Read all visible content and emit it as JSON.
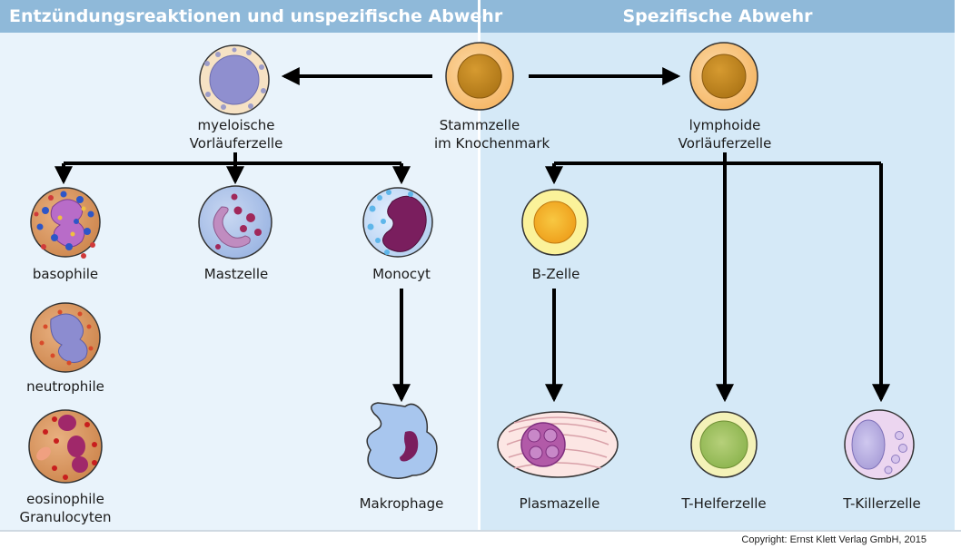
{
  "headers": {
    "left": "Entzündungsreaktionen und unspezifische Abwehr",
    "right": "Spezifische Abwehr"
  },
  "cells": {
    "stem": [
      "Stammzelle",
      "im Knochenmark"
    ],
    "myeloid": [
      "myeloische",
      "Vorläuferzelle"
    ],
    "lymphoid": [
      "lymphoide",
      "Vorläuferzelle"
    ],
    "basophile": "basophile",
    "mastzelle": "Mastzelle",
    "monocyt": "Monocyt",
    "bzelle": "B-Zelle",
    "neutrophile": "neutrophile",
    "eosinophile": [
      "eosinophile",
      "Granulocyten"
    ],
    "makrophage": "Makrophage",
    "plasmazelle": "Plasmazelle",
    "thelfer": "T-Helferzelle",
    "tkiller": "T-Killerzelle"
  },
  "copyright": "Copyright: Ernst Klett Verlag GmbH, 2015",
  "colors": {
    "header": "#8fb9d9",
    "panel_left": "#e9f3fb",
    "panel_right": "#d5e9f7",
    "arrow": "#000000"
  }
}
